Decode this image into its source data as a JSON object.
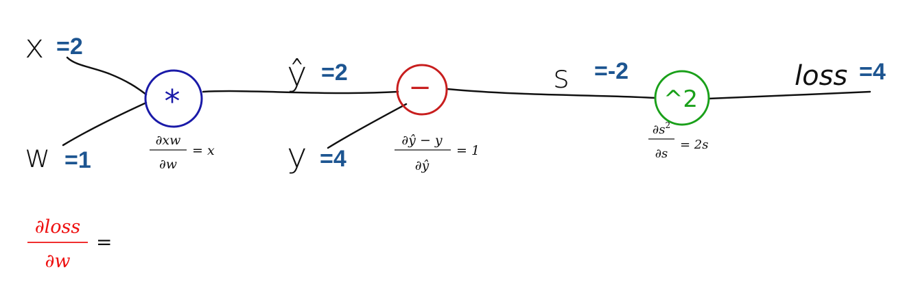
{
  "colors": {
    "value": "#1d5591",
    "multiply_node": "#1a1aa8",
    "subtract_node": "#c81e1e",
    "square_node": "#1aa01a",
    "result_formula": "#ee1111",
    "wire": "#111111"
  },
  "variables": {
    "x": {
      "label": "x",
      "value": "=2"
    },
    "w": {
      "label": "w",
      "value": "=1"
    },
    "y_hat": {
      "label": "ŷ",
      "value": "=2"
    },
    "y": {
      "label": "y",
      "value": "=4"
    },
    "s": {
      "label": "s",
      "value": "=-2"
    },
    "loss": {
      "label": "loss",
      "value": "=4"
    }
  },
  "nodes": {
    "multiply": {
      "symbol": "*"
    },
    "subtract": {
      "symbol": "−"
    },
    "square": {
      "symbol": "^2"
    }
  },
  "derivatives": {
    "multiply": {
      "num": "∂xw",
      "den": "∂w",
      "rhs": "= x"
    },
    "subtract": {
      "num": "∂ŷ − y",
      "den": "∂ŷ",
      "rhs": "= 1"
    },
    "square": {
      "num_base": "∂s",
      "num_exp": "2",
      "den": "∂s",
      "rhs": "= 2s"
    }
  },
  "result": {
    "num": "∂loss",
    "den": "∂w",
    "rhs": "="
  }
}
